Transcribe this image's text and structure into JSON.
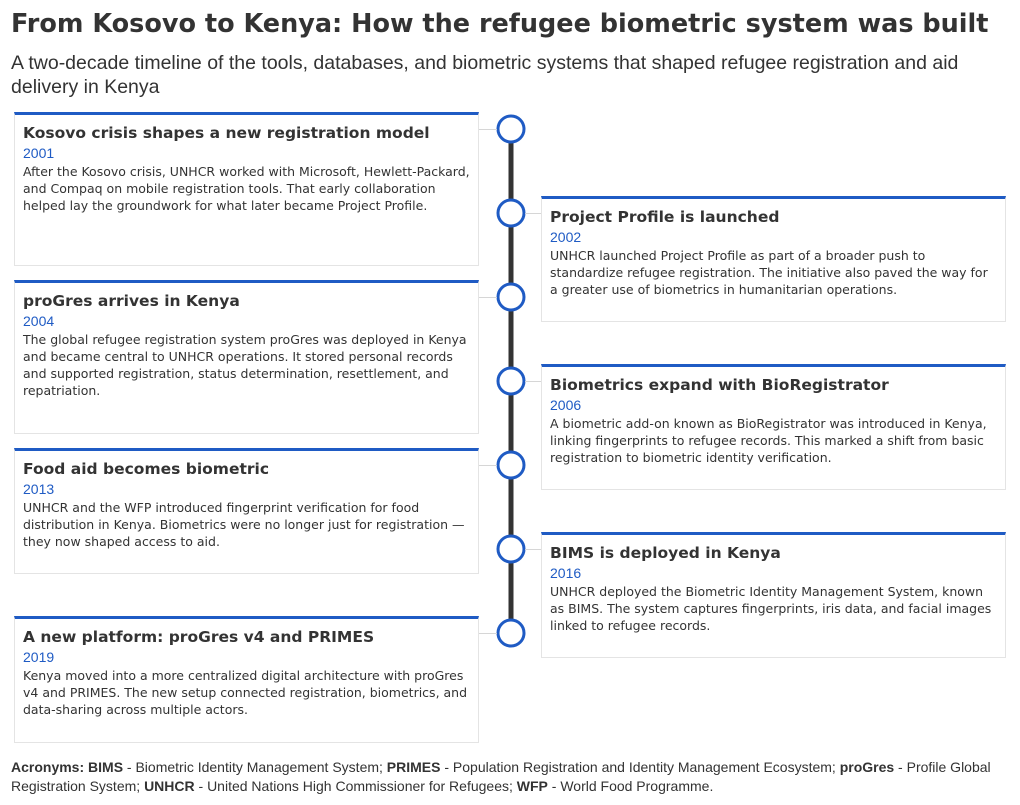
{
  "header": {
    "title": "From Kosovo to Kenya: How the refugee biometric system was built",
    "subtitle": "A two-decade timeline of the tools, databases, and biometric systems that shaped refugee registration and aid delivery in Kenya"
  },
  "colors": {
    "accent": "#1f5bc4",
    "spine": "#333333",
    "node_fill": "#ffffff",
    "text": "#333333"
  },
  "events": [
    {
      "title": "Kosovo crisis shapes a new registration model",
      "year": "2001",
      "description": "After the Kosovo crisis, UNHCR worked with Microsoft, Hewlett-Packard, and Compaq on mobile registration tools. That early collaboration helped lay the groundwork for what later became Project Profile."
    },
    {
      "title": "Project Profile is launched",
      "year": "2002",
      "description": "UNHCR launched Project Profile as part of a broader push to standardize refugee registration. The initiative also paved the way for a greater use of biometrics in humanitarian operations."
    },
    {
      "title": "proGres arrives in Kenya",
      "year": "2004",
      "description": "The global refugee registration system proGres was deployed in Kenya and became central to UNHCR operations. It stored personal records and supported registration, status determination, resettlement, and repatriation."
    },
    {
      "title": "Biometrics expand with BioRegistrator",
      "year": "2006",
      "description": "A biometric add-on known as BioRegistrator was introduced in Kenya, linking fingerprints to refugee records. This marked a shift from basic registration to biometric identity verification."
    },
    {
      "title": "Food aid becomes biometric",
      "year": "2013",
      "description": "UNHCR and the WFP introduced fingerprint verification for food distribution in Kenya. Biometrics were no longer just for registration — they now shaped access to aid."
    },
    {
      "title": "BIMS is deployed in Kenya",
      "year": "2016",
      "description": "UNHCR deployed the Biometric Identity Management System, known as BIMS. The system captures fingerprints, iris data, and facial images linked to refugee records."
    },
    {
      "title": "A new platform: proGres v4 and PRIMES",
      "year": "2019",
      "description": "Kenya moved into a more centralized digital architecture with proGres v4 and PRIMES. The new setup connected registration, biometrics, and data-sharing across multiple actors."
    }
  ],
  "footer": {
    "label": "Acronyms:",
    "acronyms": [
      {
        "abbr": "BIMS",
        "text": " - Biometric Identity Management System; "
      },
      {
        "abbr": "PRIMES",
        "text": " - Population Registration and Identity Management Ecosystem; "
      },
      {
        "abbr": "proGres",
        "text": " - Profile Global Registration System; "
      },
      {
        "abbr": "UNHCR",
        "text": " - United Nations High Commissioner for Refugees; "
      },
      {
        "abbr": "WFP",
        "text": " - World Food Programme."
      }
    ]
  }
}
